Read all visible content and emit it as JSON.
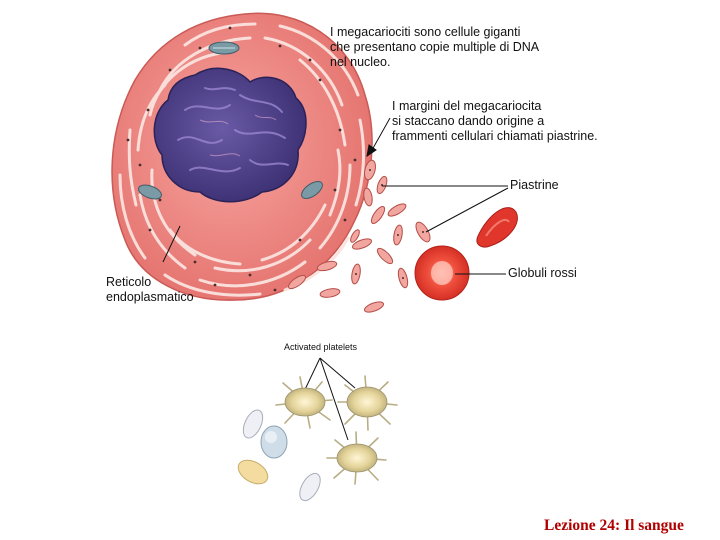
{
  "labels": {
    "megakaryocyte_line1": "I megacariociti sono cellule giganti",
    "megakaryocyte_line2": "che presentano copie multiple di DNA",
    "megakaryocyte_line3": "nel nucleo.",
    "margins_line1": "I margini del megacariocita",
    "margins_line2": "si staccano dando origine a",
    "margins_line3": "frammenti cellulari chiamati piastrine.",
    "platelets": "Piastrine",
    "red_cells": "Globuli rossi",
    "er_line1": "Reticolo",
    "er_line2": "endoplasmatico",
    "activated_platelets": "Activated platelets"
  },
  "footer": "Lezione 24: Il sangue",
  "colors": {
    "cytoplasm": "#f08a86",
    "nucleus": "#4a3e86",
    "red_cell": "#e0362c",
    "footer_text": "#b00000"
  }
}
